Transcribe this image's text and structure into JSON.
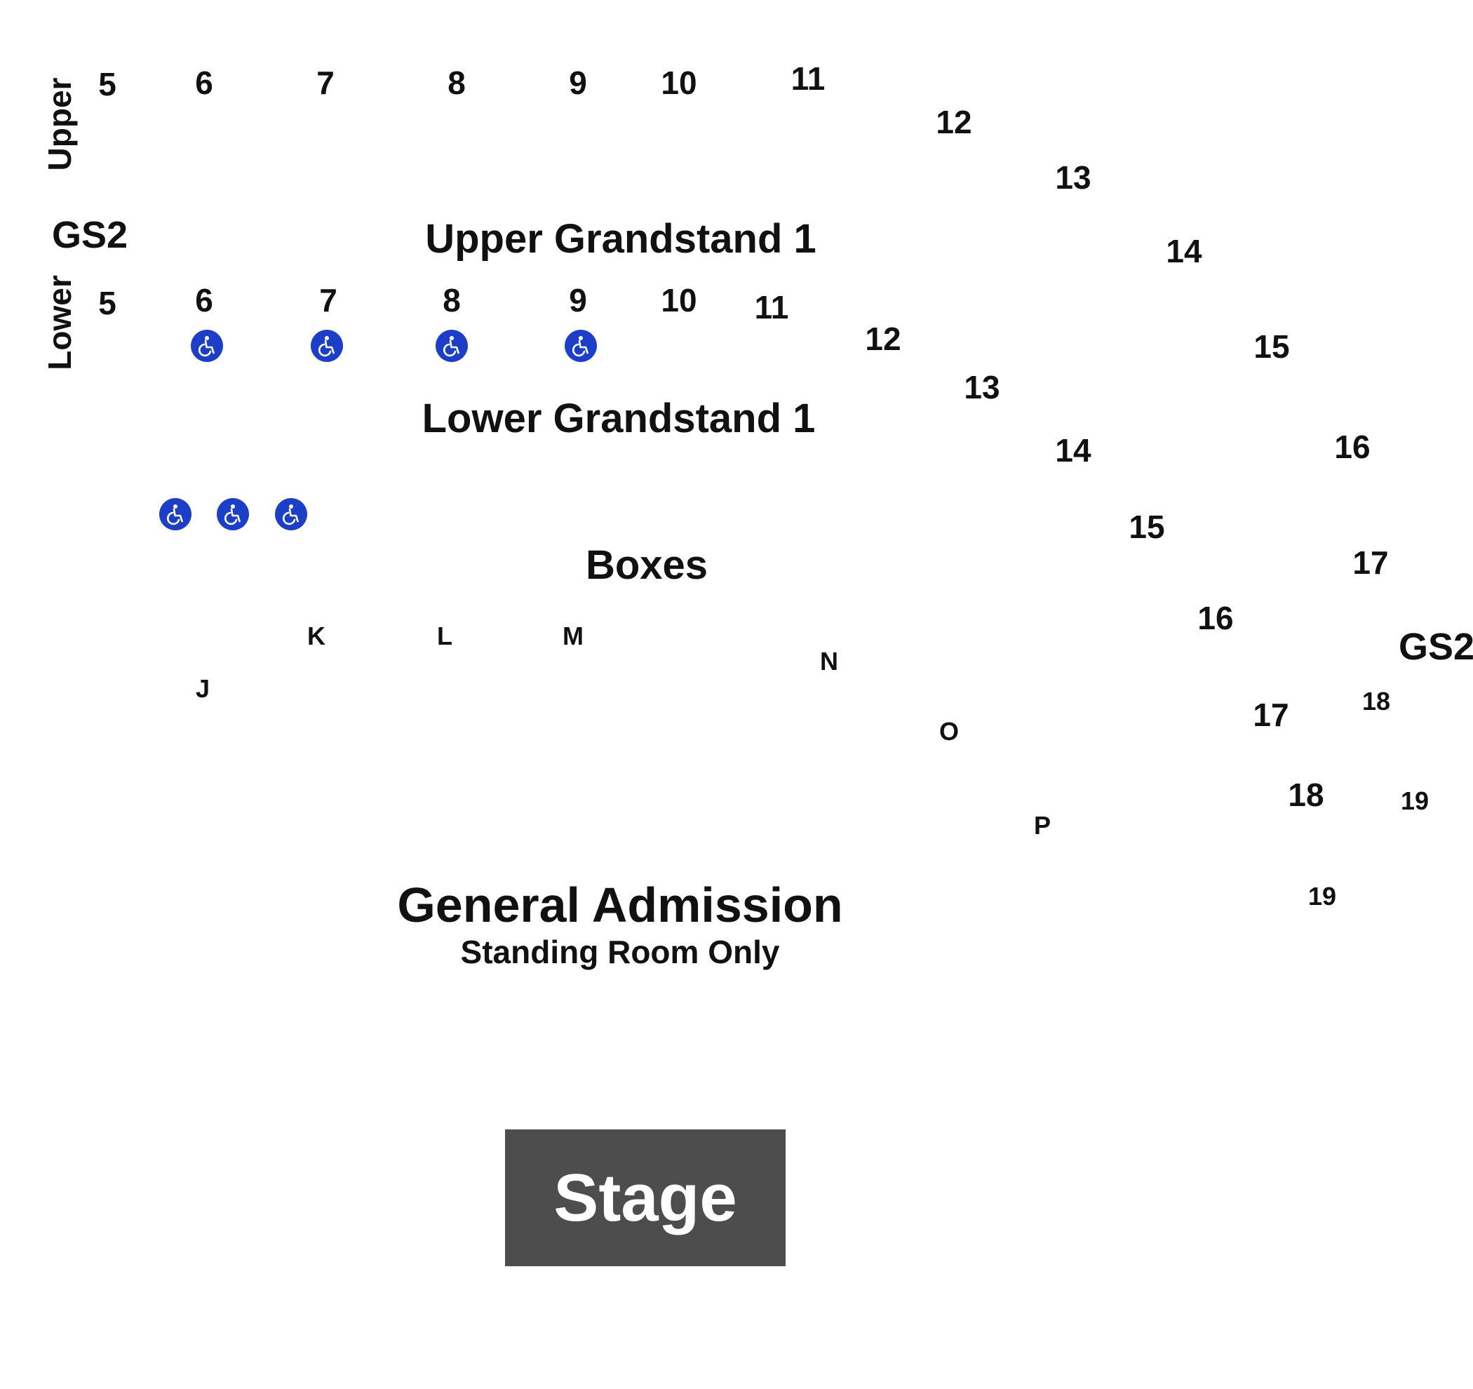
{
  "map": {
    "upper_label": "Upper",
    "lower_label": "Lower",
    "gs2_left": "GS2",
    "gs2_right": "GS2",
    "upper_grandstand": "Upper Grandstand 1",
    "lower_grandstand": "Lower Grandstand 1",
    "boxes": "Boxes",
    "general_admission": "General Admission",
    "standing_room": "Standing Room Only",
    "stage": "Stage",
    "accessible_icon": "wheelchair-icon",
    "accessible_color": "#1d3fc7",
    "stage_color": "#4d4d4d"
  },
  "upper_sections": [
    "5",
    "6",
    "7",
    "8",
    "9",
    "10",
    "11",
    "12",
    "13",
    "14"
  ],
  "lower_sections": [
    "5",
    "6",
    "7",
    "8",
    "9",
    "10",
    "11",
    "12",
    "13",
    "14",
    "15",
    "16",
    "17",
    "18",
    "19"
  ],
  "right_sections": [
    "15",
    "16",
    "17",
    "18",
    "19"
  ],
  "box_sections": [
    "J",
    "K",
    "L",
    "M",
    "N",
    "O",
    "P"
  ]
}
